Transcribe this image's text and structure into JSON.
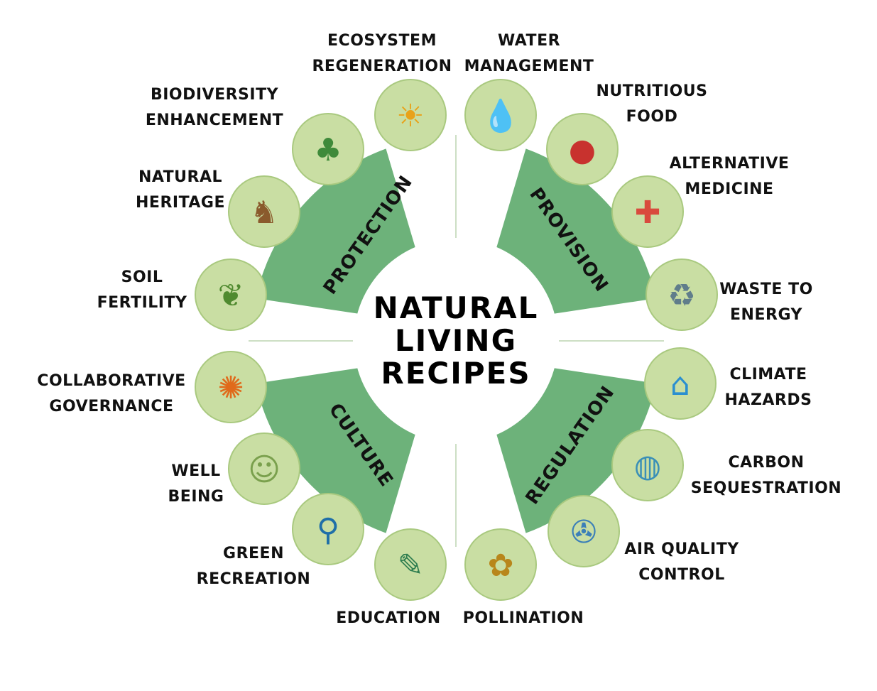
{
  "title": [
    "NATURAL",
    "LIVING",
    "RECIPES"
  ],
  "colors": {
    "sector": "#6db27a",
    "icon_bg": "#c9dea3",
    "icon_ring": "#a9c97f"
  },
  "sectors": [
    {
      "label": "PROTECTION"
    },
    {
      "label": "PROVISION"
    },
    {
      "label": "REGULATION"
    },
    {
      "label": "CULTURE"
    }
  ],
  "items": [
    {
      "label": "ECOSYSTEM\nREGENERATION",
      "icon": "sun-leaf-icon",
      "glyph": "☀"
    },
    {
      "label": "WATER\nMANAGEMENT",
      "icon": "water-drop-icon",
      "glyph": "💧"
    },
    {
      "label": "NUTRITIOUS\nFOOD",
      "icon": "berries-icon",
      "glyph": "●"
    },
    {
      "label": "ALTERNATIVE\nMEDICINE",
      "icon": "pills-icon",
      "glyph": "✚"
    },
    {
      "label": "WASTE TO\nENERGY",
      "icon": "waste-cart-icon",
      "glyph": "♻"
    },
    {
      "label": "CLIMATE\nHAZARDS",
      "icon": "flood-house-icon",
      "glyph": "⌂"
    },
    {
      "label": "CARBON\nSEQUESTRATION",
      "icon": "globe-hand-icon",
      "glyph": "◍"
    },
    {
      "label": "AIR QUALITY\nCONTROL",
      "icon": "air-purifier-icon",
      "glyph": "✇"
    },
    {
      "label": "POLLINATION",
      "icon": "bee-flower-icon",
      "glyph": "✿"
    },
    {
      "label": "EDUCATION",
      "icon": "books-icon",
      "glyph": "✎"
    },
    {
      "label": "GREEN\nRECREATION",
      "icon": "bicycle-icon",
      "glyph": "⚲"
    },
    {
      "label": "WELL\nBEING",
      "icon": "meditation-icon",
      "glyph": "☺"
    },
    {
      "label": "COLLABORATIVE\nGOVERNANCE",
      "icon": "collaboration-icon",
      "glyph": "✺"
    },
    {
      "label": "SOIL\nFERTILITY",
      "icon": "seedling-hand-icon",
      "glyph": "❦"
    },
    {
      "label": "NATURAL\nHERITAGE",
      "icon": "deer-icon",
      "glyph": "♞"
    },
    {
      "label": "BIODIVERSITY\nENHANCEMENT",
      "icon": "trees-icon",
      "glyph": "♣"
    }
  ]
}
